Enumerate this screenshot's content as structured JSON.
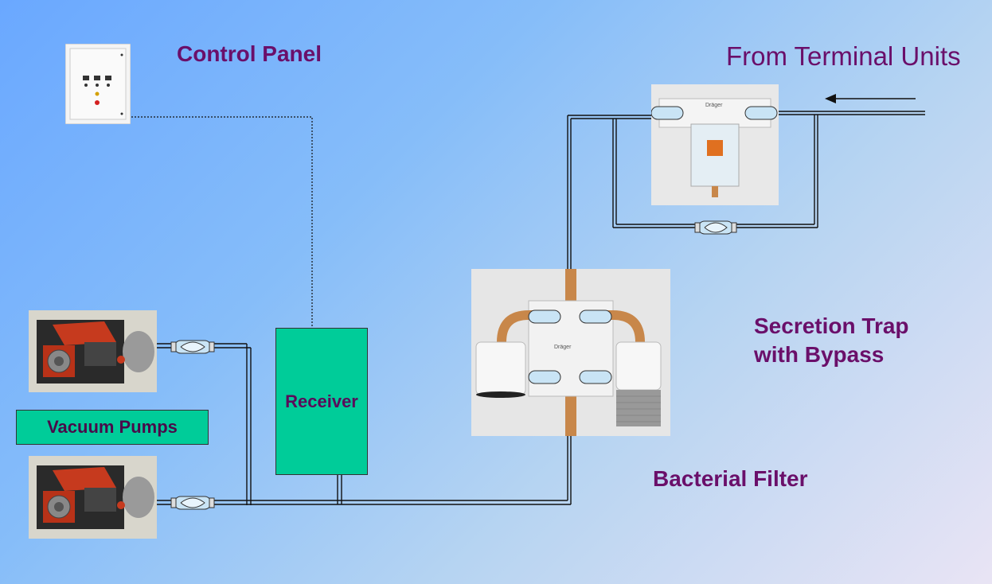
{
  "labels": {
    "control_panel": "Control Panel",
    "terminal_units": "From Terminal Units",
    "secretion_trap_line1": "Secretion Trap",
    "secretion_trap_line2": "with Bypass",
    "bacterial_filter": "Bacterial Filter",
    "receiver": "Receiver",
    "vacuum_pumps": "Vacuum Pumps",
    "brand_small": "Dräger"
  },
  "colors": {
    "label_purple": "#6a0f6a",
    "box_green": "#00cc99",
    "pipe": "#111111"
  }
}
